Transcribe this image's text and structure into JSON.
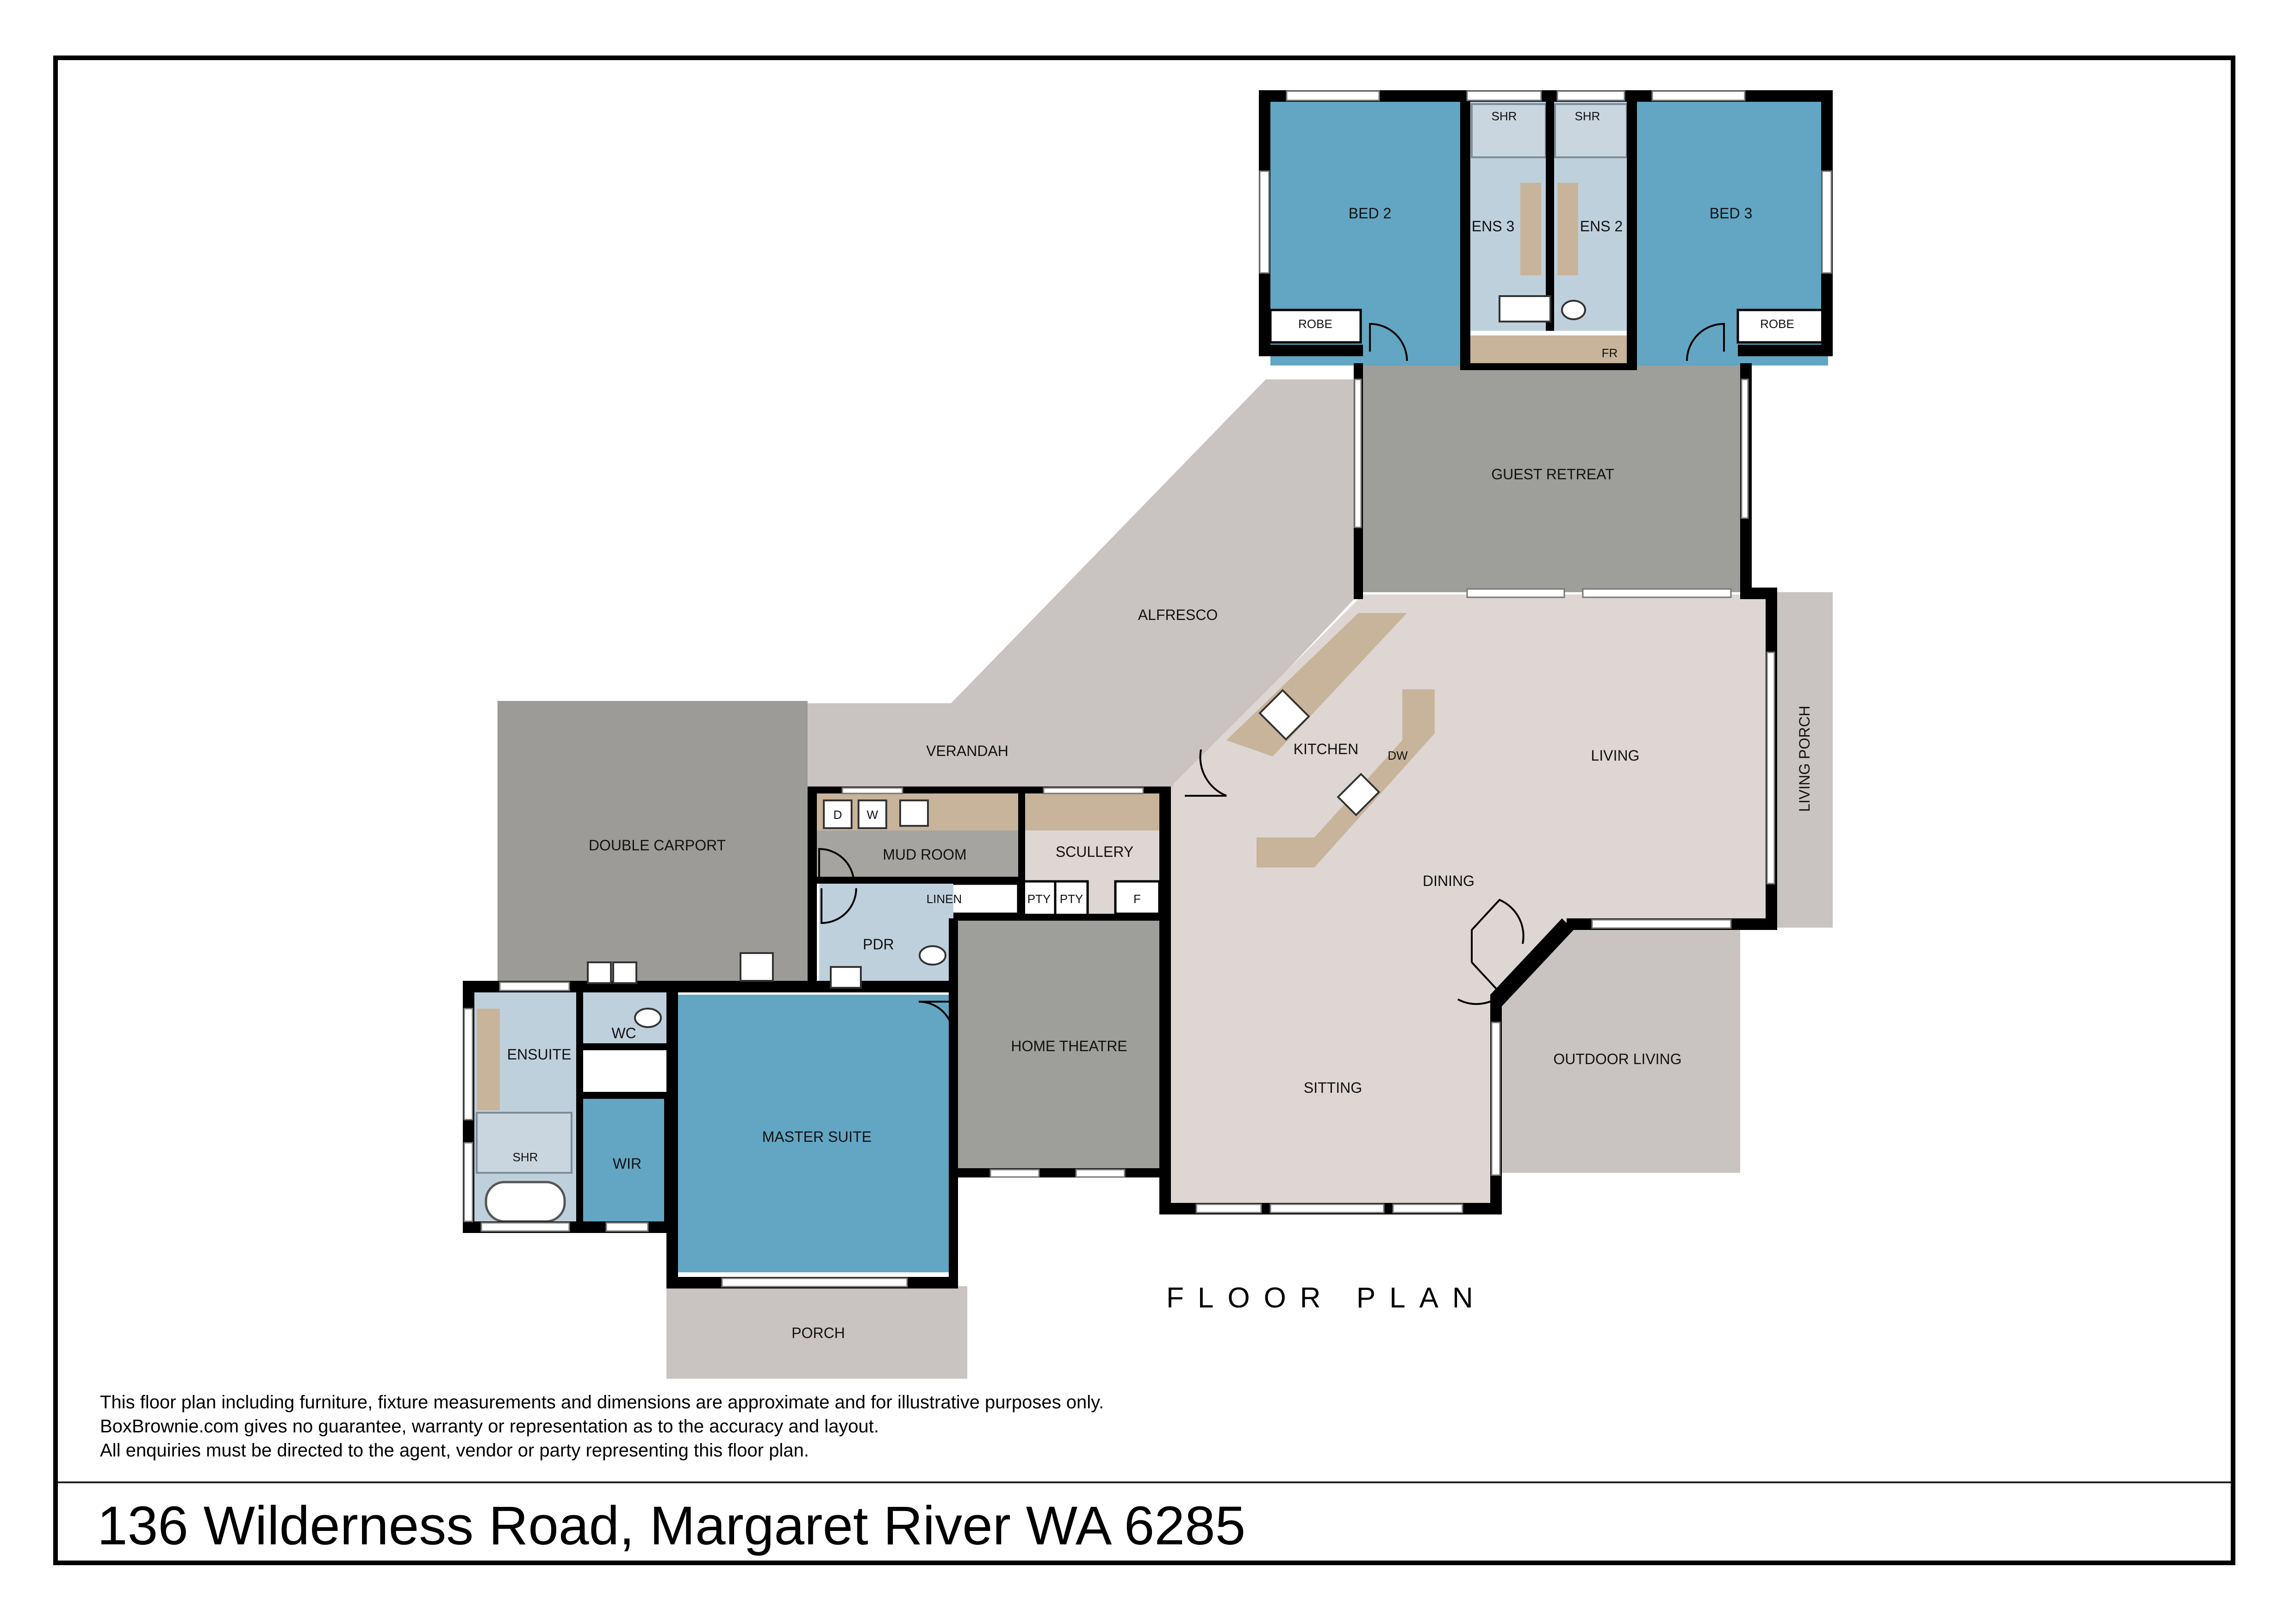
{
  "address": "136 Wilderness Road, Margaret River WA 6285",
  "plan_title": "FLOOR PLAN",
  "disclaimer": [
    "This floor plan including furniture, fixture measurements and dimensions are approximate and for illustrative purposes only.",
    "BoxBrownie.com gives no guarantee, warranty or representation as to the accuracy and layout.",
    "All enquiries must be directed to the agent, vendor or party representing this floor plan."
  ],
  "rooms": {
    "bed2": "BED 2",
    "bed3": "BED 3",
    "ens3": "ENS 3",
    "ens2": "ENS 2",
    "shr_ens3": "SHR",
    "shr_ens2": "SHR",
    "robe_bed2": "ROBE",
    "robe_bed3": "ROBE",
    "fr": "FR",
    "guest_retreat": "GUEST RETREAT",
    "alfresco": "ALFRESCO",
    "verandah": "VERANDAH",
    "kitchen": "KITCHEN",
    "dw": "DW",
    "living": "LIVING",
    "living_porch": "LIVING PORCH",
    "dining": "DINING",
    "double_carport": "DOUBLE CARPORT",
    "mud_room": "MUD ROOM",
    "d": "D",
    "w": "W",
    "scullery": "SCULLERY",
    "linen": "LINEN",
    "pty1": "PTY",
    "pty2": "PTY",
    "f": "F",
    "pdr": "PDR",
    "ensuite": "ENSUITE",
    "wc": "WC",
    "shr_master": "SHR",
    "wir": "WIR",
    "master_suite": "MASTER SUITE",
    "home_theatre": "HOME THEATRE",
    "sitting": "SITTING",
    "outdoor_living": "OUTDOOR LIVING",
    "porch": "PORCH"
  },
  "colors": {
    "bedroom": "#62a6c3",
    "wet_area": "#bfd0dd",
    "living": "#ddd6d3",
    "outdoor": "#c9c4c1",
    "garage": "#9c9b97",
    "retreat": "#9e9e9b",
    "bench": "#c8b49a",
    "wall": "#000000"
  }
}
